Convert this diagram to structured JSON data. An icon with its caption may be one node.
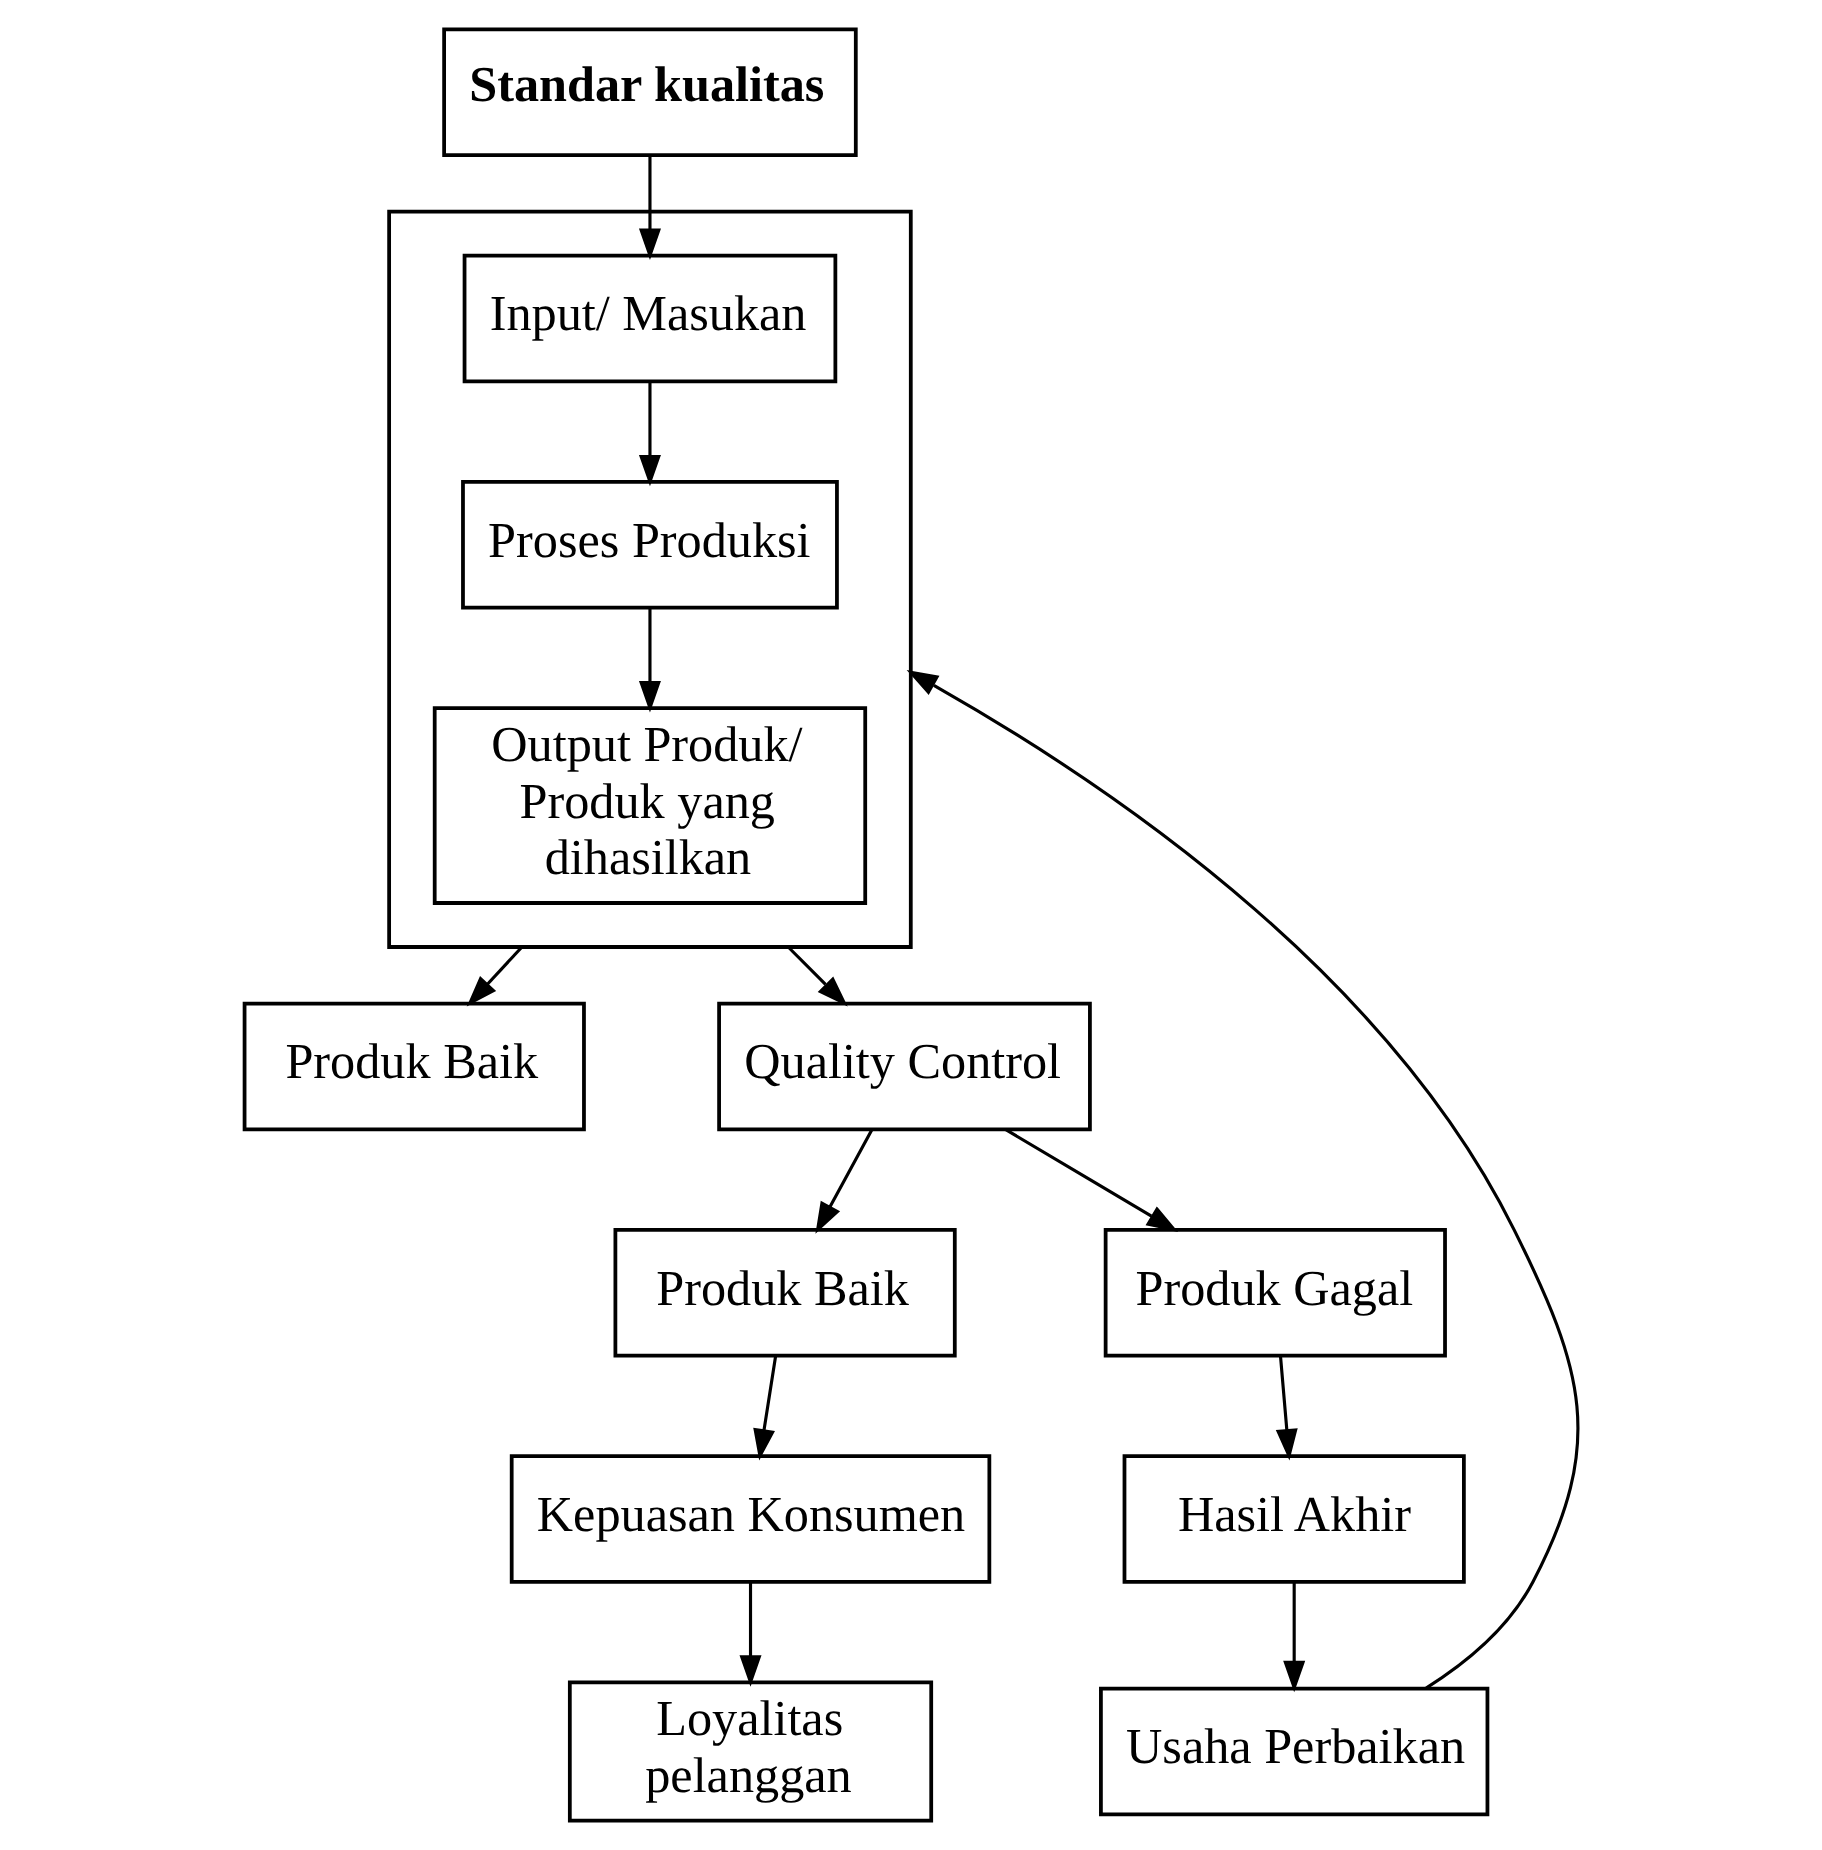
{
  "diagram": {
    "nodes": [
      {
        "text": [
          "Standar kualitas"
        ]
      },
      {
        "text": [],
        "shape": "box"
      },
      {
        "text": [
          "Input/ Masukan"
        ],
        "in": 1
      },
      {
        "text": [
          "Proses Produksi"
        ],
        "in": 1
      },
      {
        "text": [
          "Output Produk/ Produk yang dihasilkan"
        ],
        "in": 1
      },
      {
        "text": [
          "Produk Baik"
        ]
      },
      {
        "text": [
          "Quality Control"
        ]
      },
      {
        "text": [
          "Produk Baik"
        ]
      },
      {
        "text": [
          "Produk Gagal"
        ]
      },
      {
        "text": [
          "Kepuasan Konsumen"
        ]
      },
      {
        "text": [
          "Hasil Akhir"
        ]
      },
      {
        "text": [
          "Loyalitas pelanggan"
        ]
      },
      {
        "text": [
          "Usaha Perbaikan"
        ]
      }
    ],
    "edges": [
      {
        "from": 0,
        "to": 2,
        "arrow": "to"
      },
      {
        "from": 2,
        "to": 3,
        "arrow": "to"
      },
      {
        "from": 3,
        "to": 4,
        "arrow": "to"
      },
      {
        "from": 1,
        "to": 5,
        "arrow": "to"
      },
      {
        "from": 1,
        "to": 6,
        "arrow": "to"
      },
      {
        "from": 6,
        "to": 7,
        "arrow": "to"
      },
      {
        "from": 6,
        "to": 8,
        "arrow": "to"
      },
      {
        "from": 7,
        "to": 9,
        "arrow": "to"
      },
      {
        "from": 9,
        "to": 11,
        "arrow": "to"
      },
      {
        "from": 8,
        "to": 10,
        "arrow": "to"
      },
      {
        "from": 10,
        "to": 12,
        "arrow": "to"
      },
      {
        "from": 12,
        "to": 1,
        "arrow": "to"
      }
    ]
  }
}
